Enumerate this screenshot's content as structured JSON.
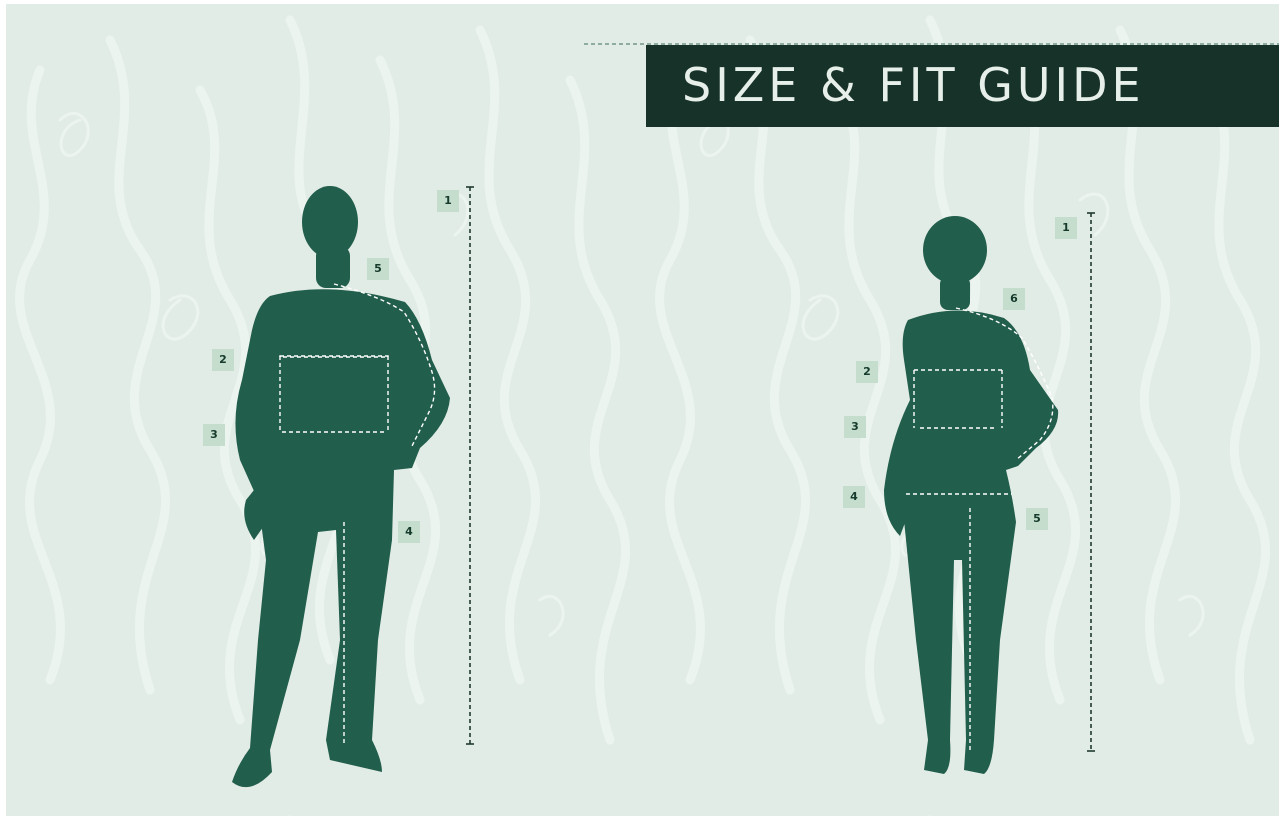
{
  "title": "SIZE & FIT GUIDE",
  "colors": {
    "background": "#e2ece6",
    "script_watermark": "#eef5f0",
    "banner": "#173228",
    "banner_text": "#e6efe9",
    "figure": "#225e4c",
    "measure_line": "#ffffff",
    "height_line": "#1f3a2f",
    "tag": "#c4ddcc",
    "tag_text": "#163a2c"
  },
  "male": {
    "labels": [
      "1",
      "2",
      "3",
      "4",
      "5"
    ]
  },
  "female": {
    "labels": [
      "1",
      "2",
      "3",
      "4",
      "5",
      "6"
    ]
  }
}
